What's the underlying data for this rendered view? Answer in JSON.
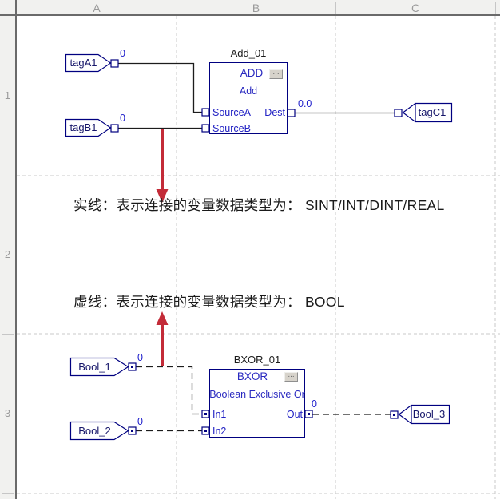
{
  "grid": {
    "col_a": "A",
    "col_b": "B",
    "col_c": "C",
    "row_1": "1",
    "row_2": "2",
    "row_3": "3"
  },
  "notes": {
    "solid": "实线：表示连接的变量数据类型为： SINT/INT/DINT/REAL",
    "dashed": "虚线：表示连接的变量数据类型为： BOOL"
  },
  "add": {
    "title": "Add_01",
    "mnemonic": "ADD",
    "ellipsis": "...",
    "desc": "Add",
    "pin_a": "SourceA",
    "pin_b": "SourceB",
    "pin_out": "Dest",
    "out_value": "0.0"
  },
  "bxor": {
    "title": "BXOR_01",
    "mnemonic": "BXOR",
    "ellipsis": "...",
    "desc": "Boolean Exclusive Or",
    "pin_1": "In1",
    "pin_2": "In2",
    "pin_out": "Out",
    "out_value": "0"
  },
  "tags": {
    "a1": {
      "label": "tagA1",
      "value": "0"
    },
    "b1": {
      "label": "tagB1",
      "value": "0"
    },
    "c1": {
      "label": "tagC1"
    },
    "bool1": {
      "label": "Bool_1",
      "value": "0"
    },
    "bool2": {
      "label": "Bool_2",
      "value": "0"
    },
    "bool3": {
      "label": "Bool_3"
    }
  },
  "colors": {
    "block_border": "#000080",
    "blue_text": "#2a2ac0",
    "value_blue": "#2020cc",
    "wire": "#1c1c1c",
    "arrow_red": "#c32b38",
    "grid_dash": "#c9c9c9"
  }
}
